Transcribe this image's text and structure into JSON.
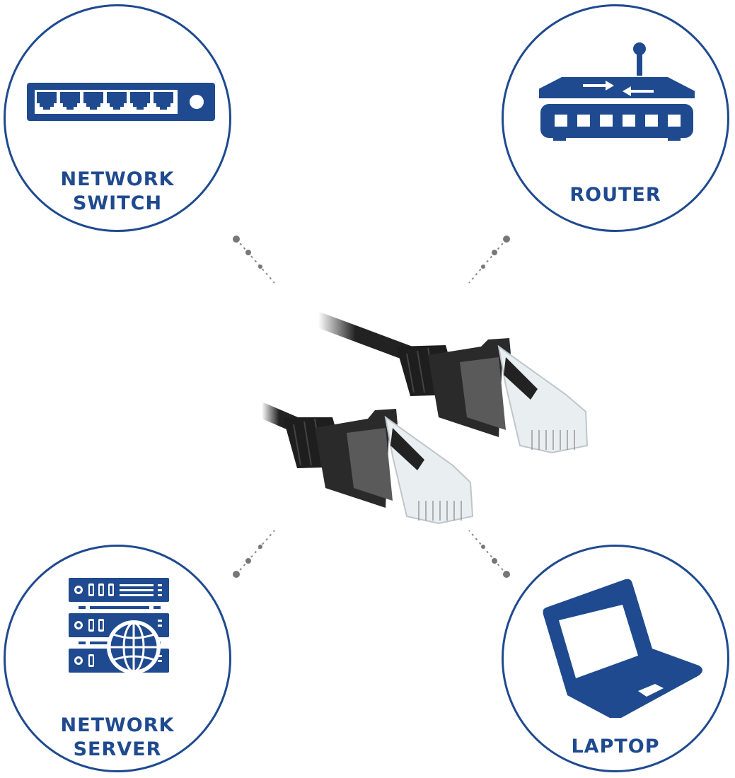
{
  "diagram": {
    "title": "Network cable connections",
    "center_item": "Black RJ45 patch cable with two connectors",
    "accent_color": "#1f4a8f",
    "connector_color": "#777777",
    "nodes": [
      {
        "id": "switch",
        "icon": "network-switch-icon",
        "label_line1": "NETWORK",
        "label_line2": "SWITCH"
      },
      {
        "id": "router",
        "icon": "router-icon",
        "label_line1": "ROUTER",
        "label_line2": ""
      },
      {
        "id": "server",
        "icon": "network-server-icon",
        "label_line1": "NETWORK",
        "label_line2": "SERVER"
      },
      {
        "id": "laptop",
        "icon": "laptop-icon",
        "label_line1": "LAPTOP",
        "label_line2": ""
      }
    ]
  }
}
